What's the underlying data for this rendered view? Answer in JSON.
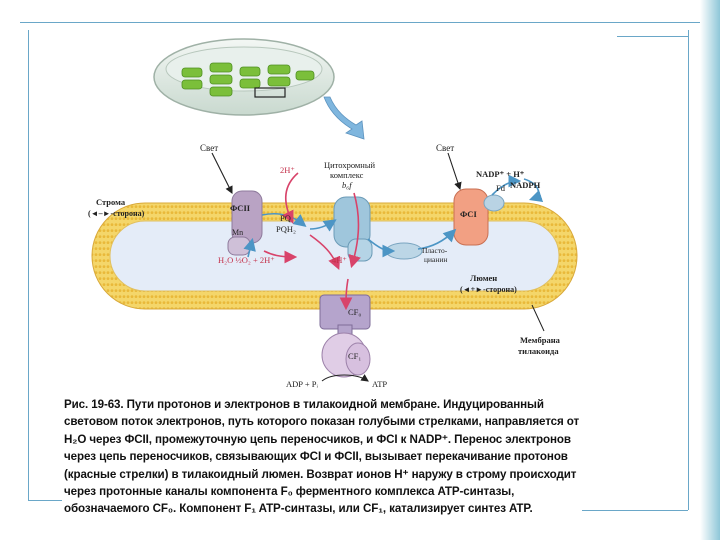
{
  "labels": {
    "light_left": "Свет",
    "light_right": "Свет",
    "stroma": "Строма",
    "stroma_side": "(◄–►-сторона)",
    "psii": "ФСII",
    "psi": "ФСI",
    "mn": "Mn",
    "pq": "PQ",
    "pqh2": "PQH₂",
    "cyt_line1": "Цитохромный",
    "cyt_line2": "комплекс",
    "cyt_line3": "b₆f",
    "two_h_top": "2H⁺",
    "fd": "Fd",
    "nadp_plus": "NADP⁺ + H⁺",
    "nadph": "NADPH",
    "water_reaction": "H₂O   ½O₂ + 2H⁺",
    "four_h": "4H⁺",
    "plastocyanin_line1": "Пласто-",
    "plastocyanin_line2": "цианин",
    "lumen": "Люмен",
    "lumen_side": "(◄+►-сторона)",
    "cf0": "CF₀",
    "cf1": "CF₁",
    "adp": "ADP + Pᵢ",
    "atp": "ATP",
    "membrane_line1": "Мембрана",
    "membrane_line2": "тилакоида"
  },
  "caption": {
    "title": "Рис. 19-63. Пути протонов и электронов в тилакоидной мембране.",
    "body": " Индуцированный световом поток электронов, путь которого показан голубыми стрелками, направляется от H₂O через ФСII, промежуточную цепь переносчиков, и ФСI к NADP⁺. Перенос электронов через цепь переносчиков, связывающих ФСI и ФСII, вызывает перекачивание протонов (красные стрелки) в тилакоидный люмен. Возврат ионов H⁺ наружу в строму происходит через протонные каналы компонента F₀ ферментного комплекса ATP-синтазы, обозначаемого CF₀. Компонент F₁ ATP-синтазы, или CF₁, катализирует синтез ATP."
  },
  "colors": {
    "membrane_yellow": "#f2cf5a",
    "lumen_fill": "#e4ecf8",
    "psii_fill": "#b9a3c4",
    "psi_fill": "#f2a083",
    "complex_blue": "#9fc6dc",
    "atp_synthase": "#b5a4cc",
    "proton_arrow": "#d8436a",
    "electron_arrow": "#4c95c5",
    "chloroplast_green": "#7bbf3a"
  }
}
